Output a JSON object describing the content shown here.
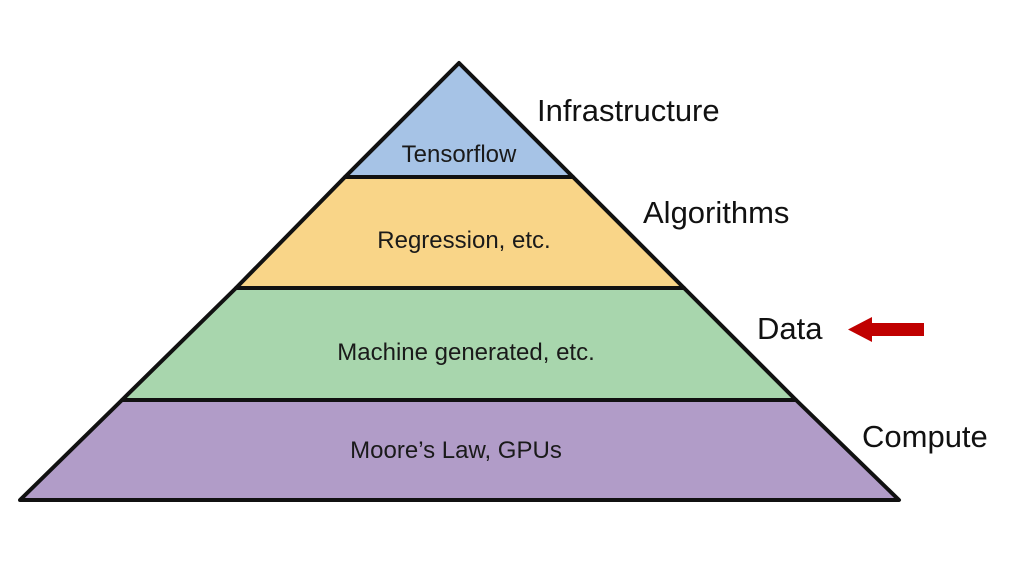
{
  "colors": {
    "outline": "#111111",
    "arrow": "#c00000"
  },
  "tiers": [
    {
      "text": "Tensorflow",
      "category": "Infrastructure",
      "fill": "#a6c3e6"
    },
    {
      "text": "Regression, etc.",
      "category": "Algorithms",
      "fill": "#f9d588"
    },
    {
      "text": "Machine generated, etc.",
      "category": "Data",
      "fill": "#a8d6ad"
    },
    {
      "text": "Moore’s Law, GPUs",
      "category": "Compute",
      "fill": "#b19cc8"
    }
  ],
  "highlight": {
    "tier": "Data",
    "indicator": "left-arrow"
  }
}
